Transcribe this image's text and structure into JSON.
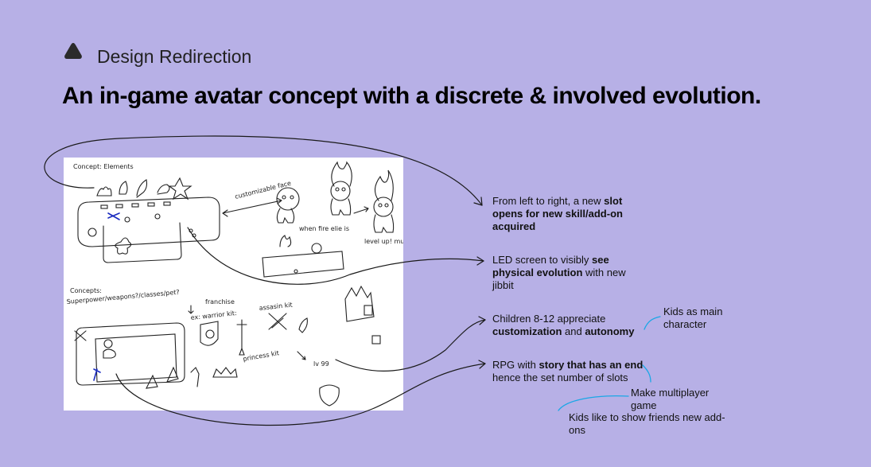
{
  "header": {
    "tag": "Design Redirection",
    "headline": "An in-game avatar concept with a discrete & involved evolution."
  },
  "sketch": {
    "labels": {
      "concept_elements": "Concept: Elements",
      "customizable_face": "customizable face",
      "when_fire": "when fire elie is",
      "level_up": "level up! multiplayer",
      "concepts": "Concepts:",
      "superpowers": "Superpower/weapons?/classes/pet?",
      "franchise": "franchise",
      "warrior_kit": "ex: warrior kit:",
      "assasin_kit": "assasin kit",
      "princess_kit": "princess kit",
      "lv99": "lv 99"
    }
  },
  "notes": [
    {
      "pre": "From left to right, a new ",
      "bold": "slot opens for new skill/add-on acquired",
      "post": ""
    },
    {
      "pre": "LED screen to visibly ",
      "bold": "see physical evolution",
      "post": " with new jibbit"
    },
    {
      "pre": "Children 8-12 appreciate ",
      "bold": "customization",
      "mid": " and ",
      "bold2": "autonomy"
    },
    {
      "pre": "RPG with ",
      "bold": "story that has an end",
      "post": " hence the set number of slots"
    }
  ],
  "side_notes": {
    "kids_main": "Kids as main character",
    "multiplayer": "Make multiplayer game",
    "show_friends": "Kids like to show friends new add-ons"
  },
  "colors": {
    "background": "#b7b0e6",
    "accent_blue": "#1aa7e6",
    "ink": "#111111"
  }
}
